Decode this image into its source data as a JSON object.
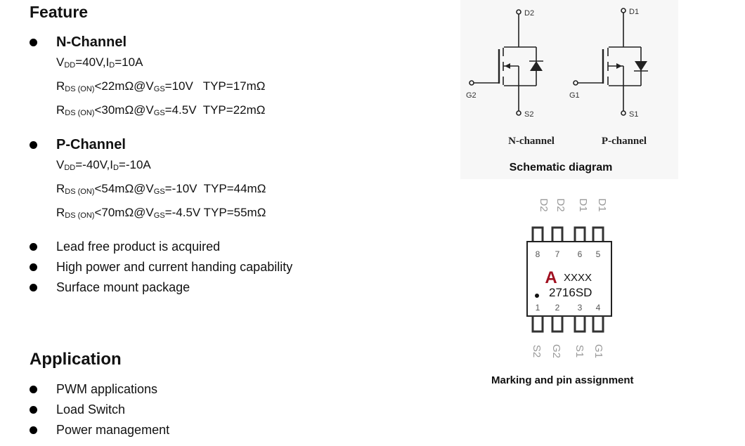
{
  "feature": {
    "title": "Feature",
    "n_channel": {
      "title": "N-Channel",
      "specs": [
        {
          "a": "V",
          "b": "DD",
          "c": "=40V,I",
          "d": "D",
          "e": "=10A"
        },
        {
          "a": "R",
          "b": "DS (ON)",
          "c": "<22mΩ@V",
          "d": "GS",
          "e": "=10V   TYP=17mΩ"
        },
        {
          "a": "R",
          "b": "DS (ON)",
          "c": "<30mΩ@V",
          "d": "GS",
          "e": "=4.5V  TYP=22mΩ"
        }
      ]
    },
    "p_channel": {
      "title": "P-Channel",
      "specs": [
        {
          "a": "V",
          "b": "DD",
          "c": "=-40V,I",
          "d": "D",
          "e": "=-10A"
        },
        {
          "a": "R",
          "b": "DS (ON)",
          "c": "<54mΩ@V",
          "d": "GS",
          "e": "=-10V  TYP=44mΩ"
        },
        {
          "a": "R",
          "b": "DS (ON)",
          "c": "<70mΩ@V",
          "d": "GS",
          "e": "=-4.5V TYP=55mΩ"
        }
      ]
    },
    "items": [
      "Lead free product is acquired",
      "High power and current handing capability",
      "Surface mount package"
    ]
  },
  "application": {
    "title": "Application",
    "items": [
      "PWM applications",
      "Load Switch",
      "Power management"
    ]
  },
  "schematic": {
    "n_pins": {
      "drain": "D2",
      "gate": "G2",
      "source": "S2"
    },
    "p_pins": {
      "drain": "D1",
      "gate": "G1",
      "source": "S1"
    },
    "n_label": "N-channel",
    "p_label": "P-channel",
    "caption": "Schematic diagram"
  },
  "package": {
    "top_pins": [
      "D2",
      "D2",
      "D1",
      "D1"
    ],
    "top_numbers": [
      "8",
      "7",
      "6",
      "5"
    ],
    "bottom_numbers": [
      "1",
      "2",
      "3",
      "4"
    ],
    "bottom_pins": [
      "S2",
      "G2",
      "S1",
      "G1"
    ],
    "logo": "A",
    "marking_line1": "XXXX",
    "marking_line2": "2716SD",
    "caption": "Marking and pin assignment"
  }
}
